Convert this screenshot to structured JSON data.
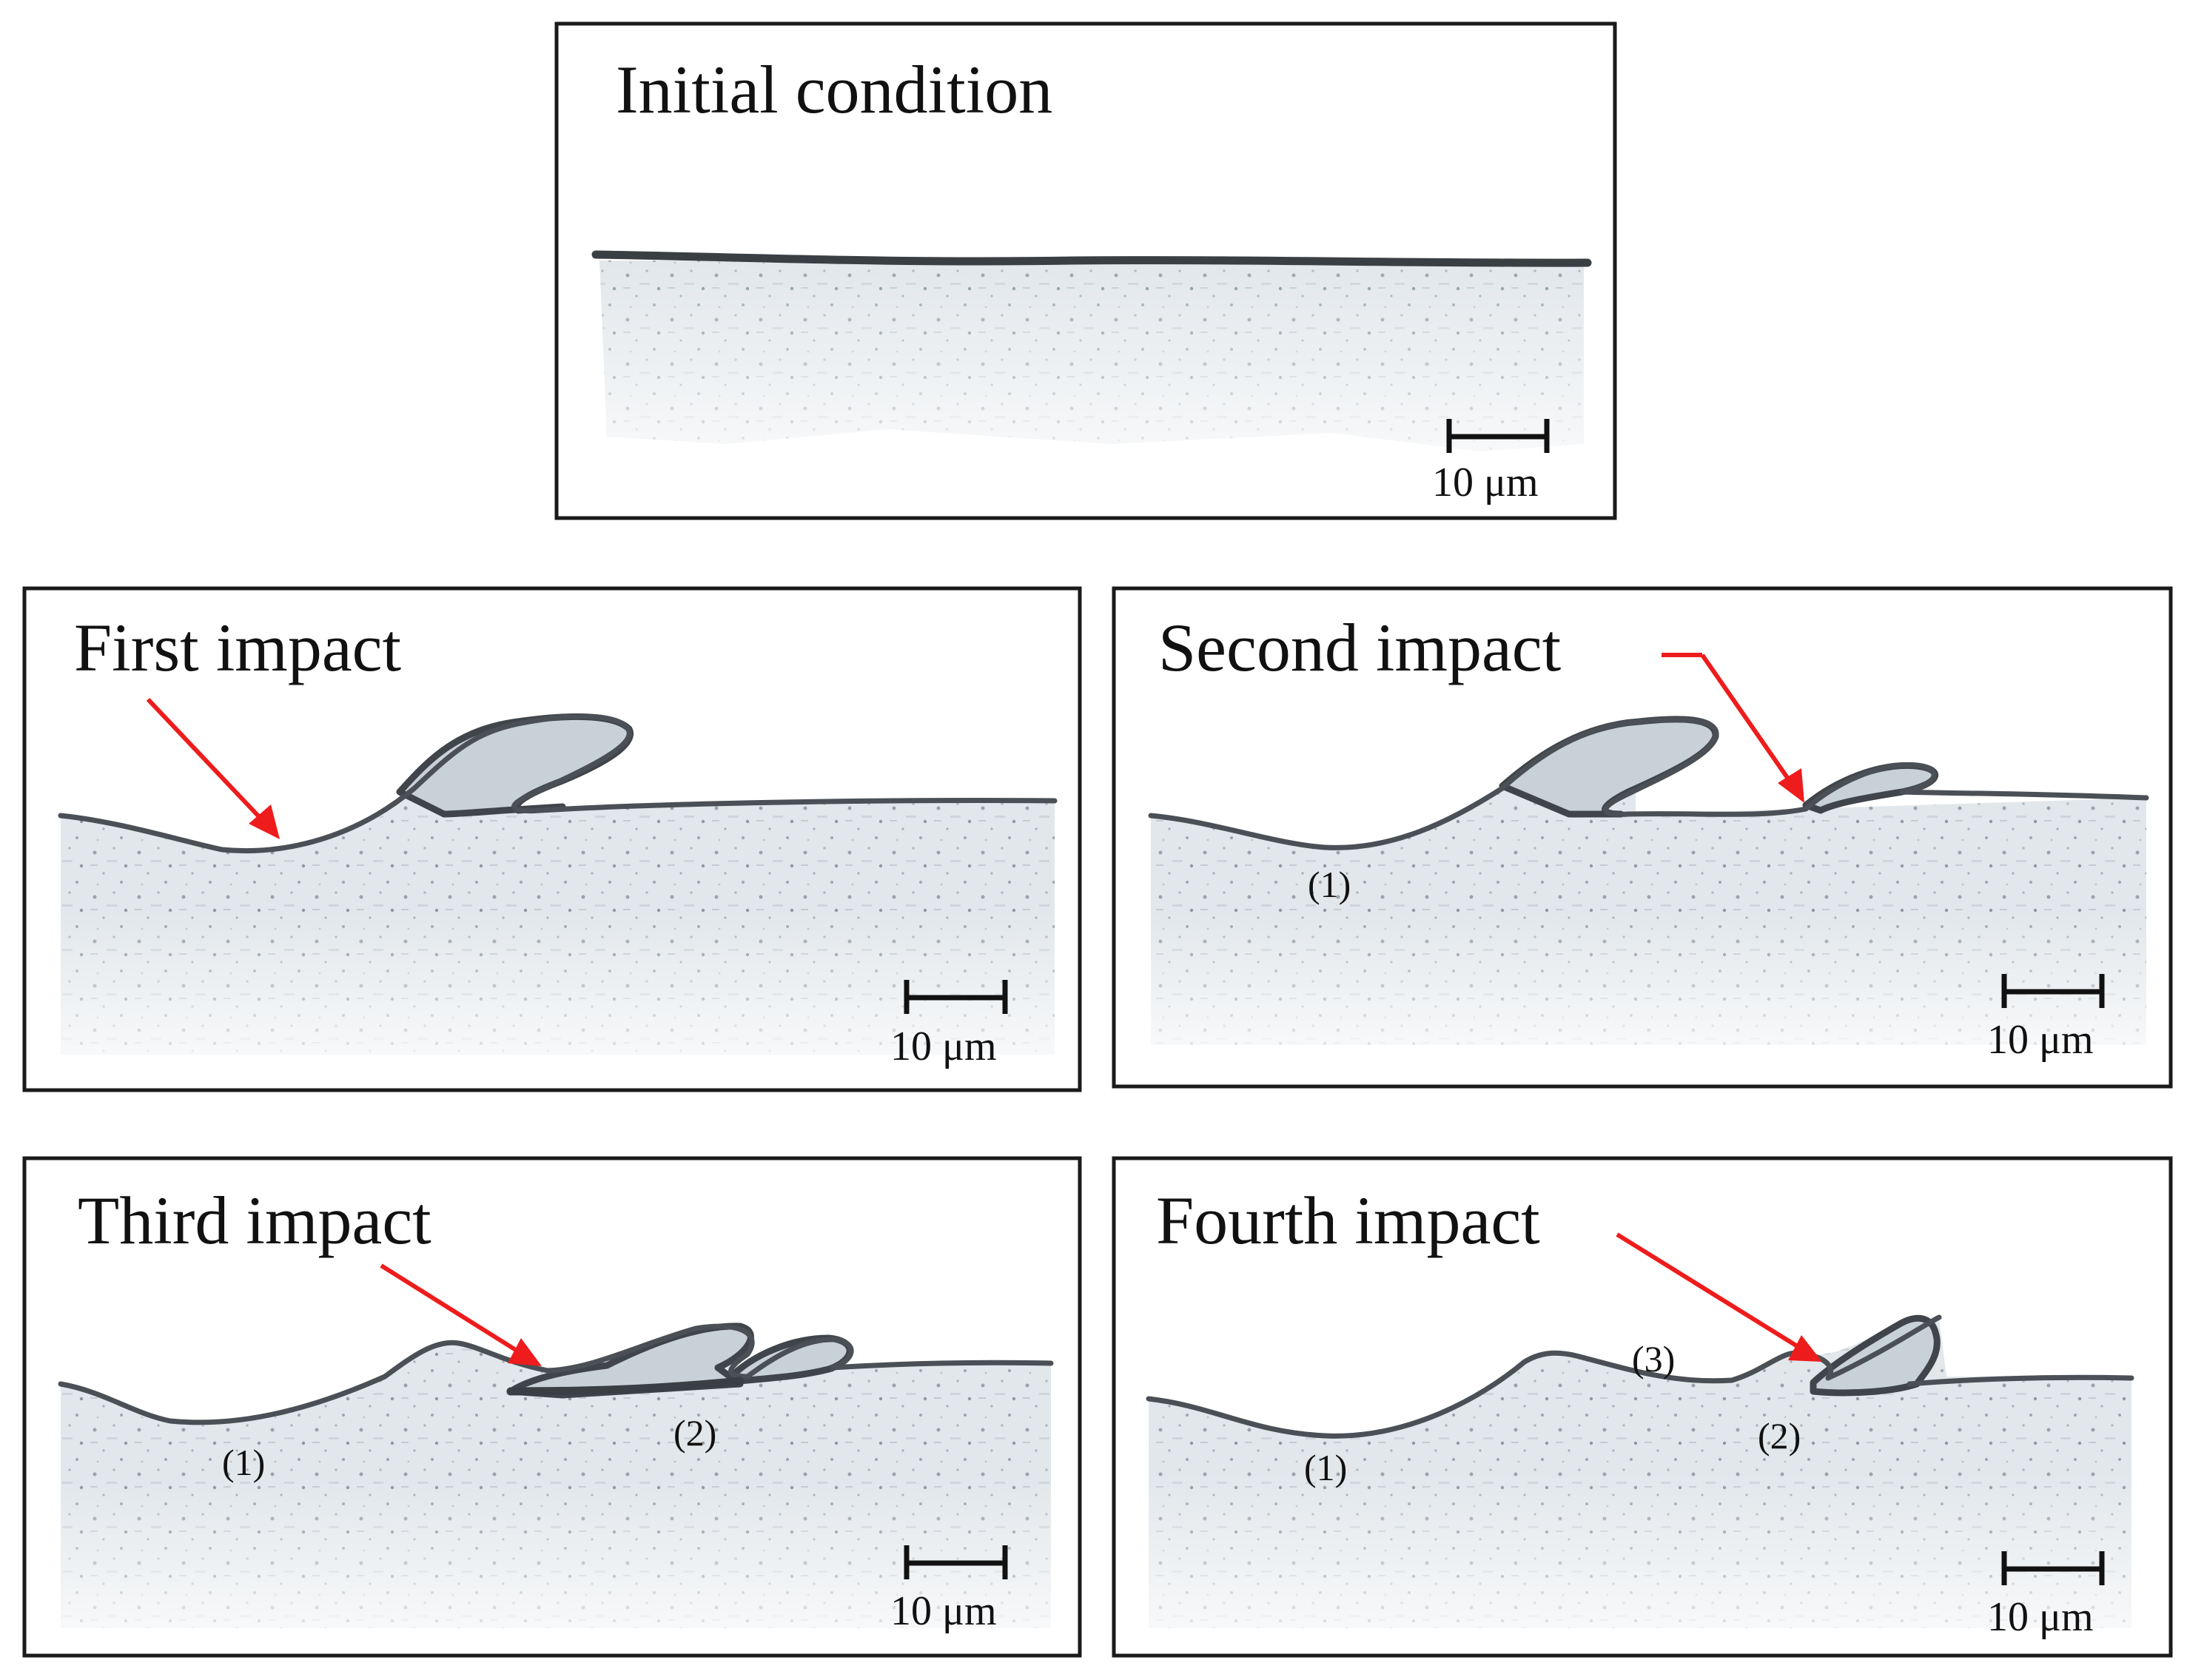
{
  "panels": {
    "initial": {
      "title": "Initial condition",
      "scale": "10 μm"
    },
    "first": {
      "title": "First impact",
      "scale": "10 μm"
    },
    "second": {
      "title": "Second impact",
      "scale": "10 μm",
      "markers": [
        "(1)"
      ]
    },
    "third": {
      "title": "Third impact",
      "scale": "10 μm",
      "markers": [
        "(1)",
        "(2)"
      ]
    },
    "fourth": {
      "title": "Fourth impact",
      "scale": "10 μm",
      "markers": [
        "(1)",
        "(3)",
        "(2)"
      ]
    }
  },
  "colors": {
    "frame": "#1a1a1a",
    "surface": "#3a3f44",
    "substrate": "#d6dde3",
    "arrow": "#ee1c1c"
  }
}
